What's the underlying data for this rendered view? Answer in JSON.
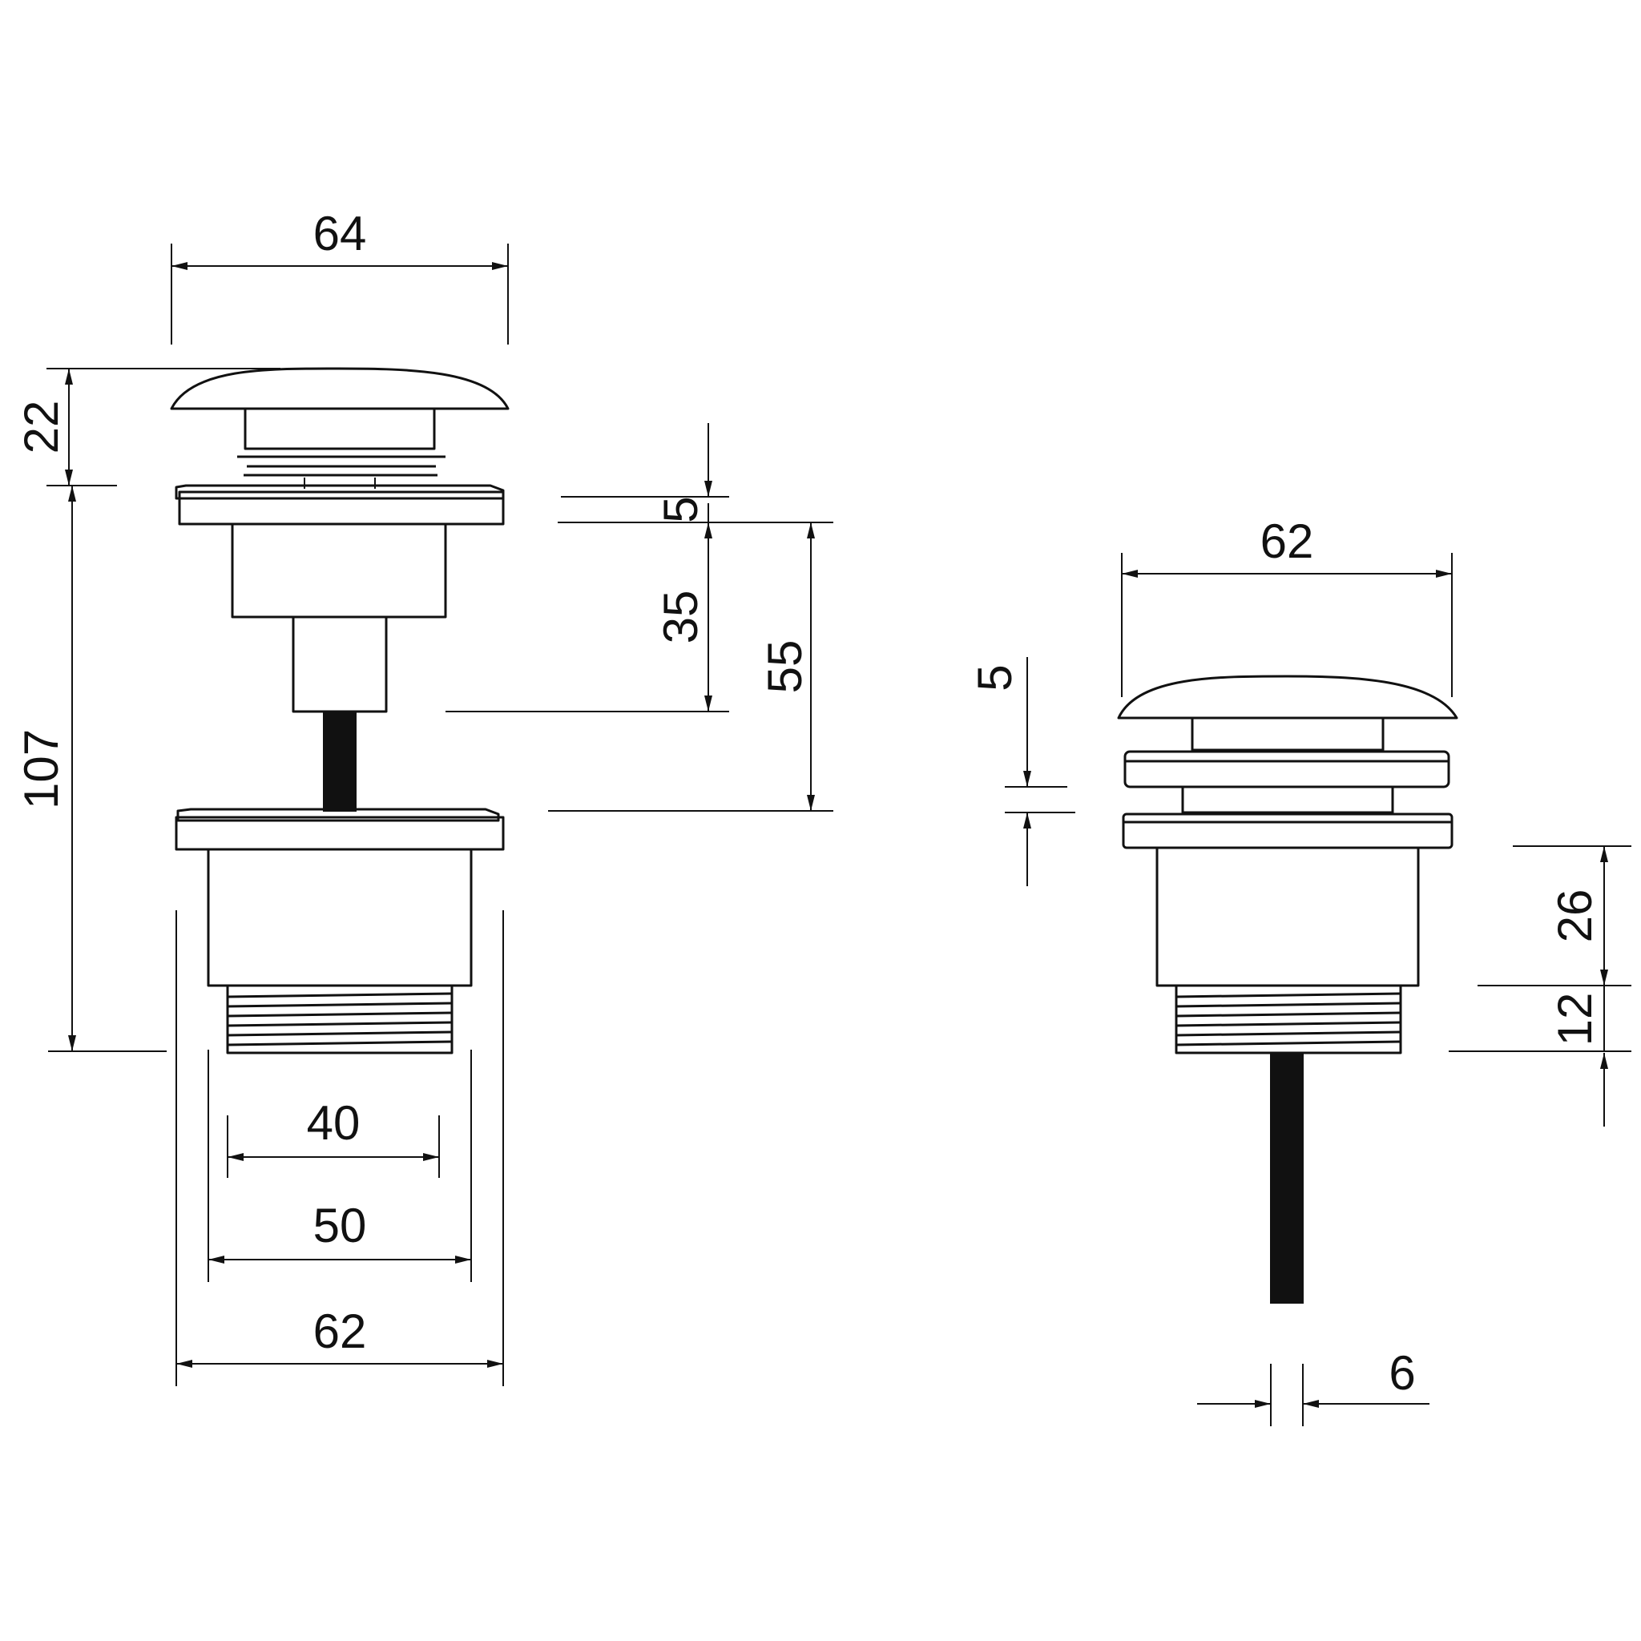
{
  "side_view": {
    "cap_diameter": "64",
    "cap_height": "22",
    "total_height": "107",
    "flange_thickness": "5",
    "stem_length": "35",
    "stroke_height": "55",
    "thread_inner_width": "40",
    "body_width": "50",
    "flange_width": "62"
  },
  "closed_view": {
    "cap_diameter": "62",
    "gap": "5",
    "body_height": "26",
    "thread_height": "12",
    "rod_diameter": "6"
  }
}
